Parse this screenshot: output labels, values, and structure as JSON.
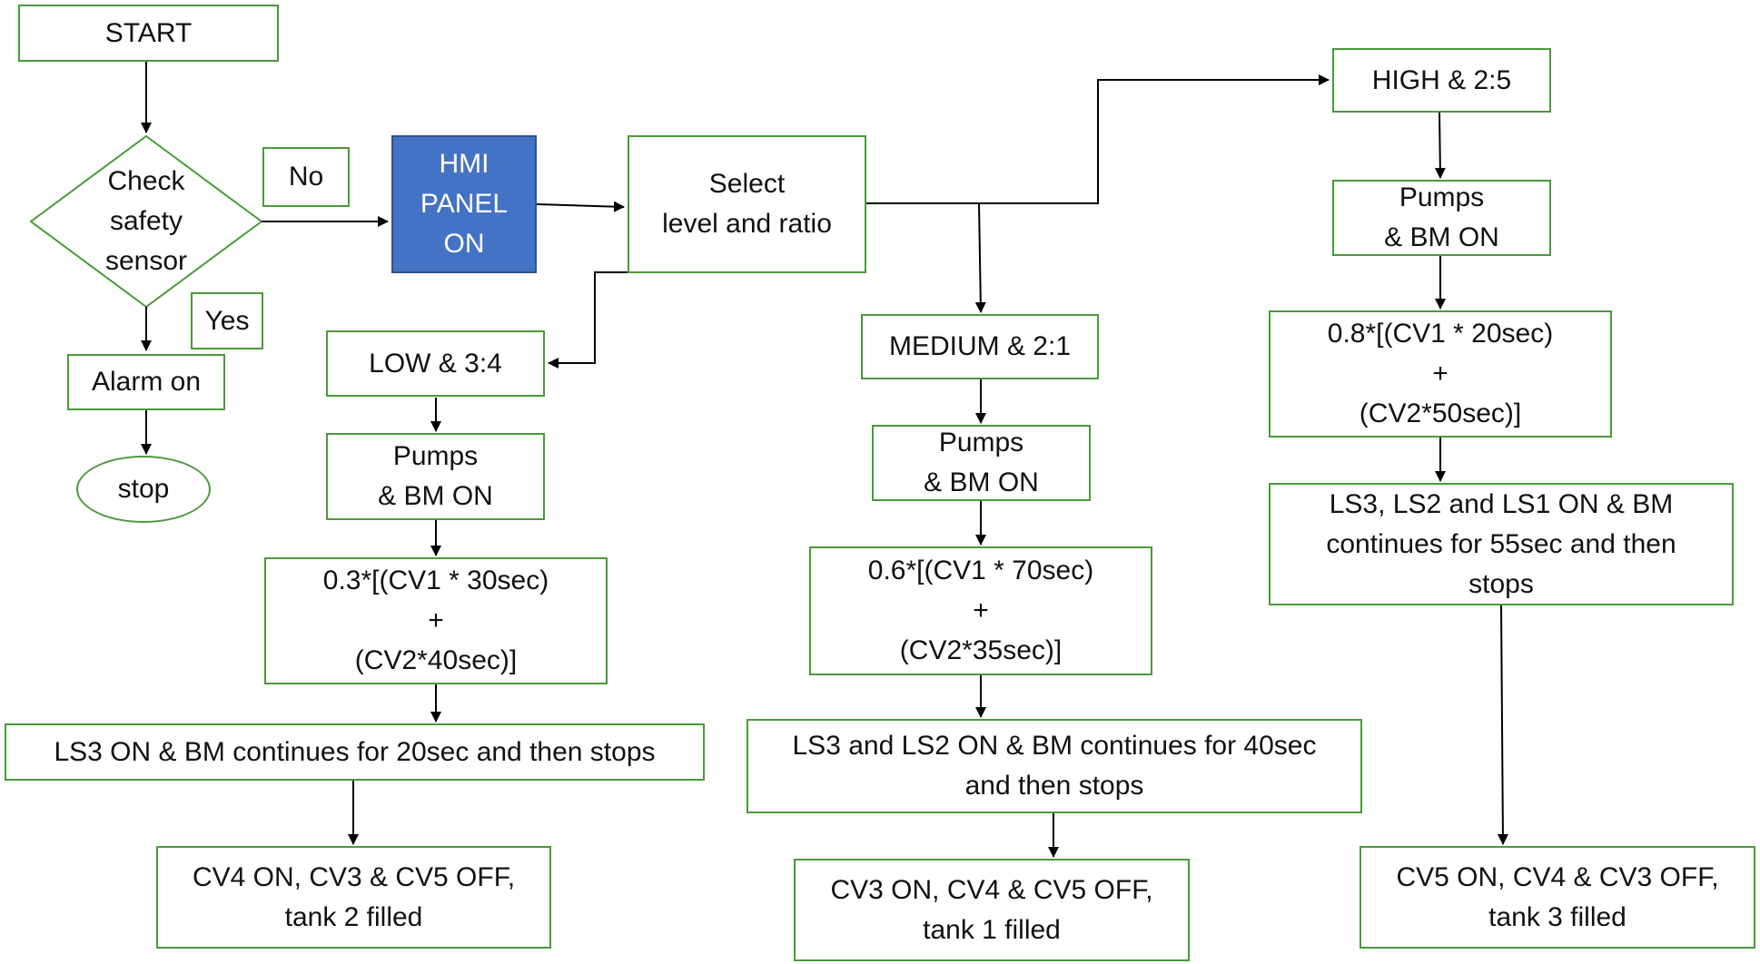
{
  "colors": {
    "border": "#4a9a3a",
    "hmi_fill": "#4472c4",
    "hmi_text": "#ffffff",
    "arrow": "#000000"
  },
  "start": "START",
  "decision": {
    "lines": [
      "Check",
      "safety",
      "sensor"
    ]
  },
  "no_label": "No",
  "yes_label": "Yes",
  "alarm": "Alarm on",
  "stop": "stop",
  "hmi": {
    "lines": [
      "HMI",
      "PANEL",
      "ON"
    ]
  },
  "select": {
    "lines": [
      "Select",
      "level and ratio"
    ]
  },
  "low": {
    "title": "LOW & 3:4",
    "pumps": [
      "Pumps",
      "& BM  ON"
    ],
    "formula": [
      "0.3*[(CV1 * 30sec)",
      "+",
      "(CV2*40sec)]"
    ],
    "ls": [
      "LS3 ON & BM continues for 20sec and then stops"
    ],
    "result": [
      "CV4 ON, CV3 & CV5 OFF,",
      "tank 2 filled"
    ]
  },
  "medium": {
    "title": "MEDIUM & 2:1",
    "pumps": [
      "Pumps",
      "& BM ON"
    ],
    "formula": [
      "0.6*[(CV1 * 70sec)",
      "+",
      "(CV2*35sec)]"
    ],
    "ls": [
      "LS3 and LS2 ON & BM continues for 40sec",
      "and then stops"
    ],
    "result": [
      "CV3 ON, CV4 & CV5 OFF,",
      "tank 1 filled"
    ]
  },
  "high": {
    "title": "HIGH & 2:5",
    "pumps": [
      "Pumps",
      "& BM ON"
    ],
    "formula": [
      "0.8*[(CV1 * 20sec)",
      "+",
      "(CV2*50sec)]"
    ],
    "ls": [
      "LS3, LS2 and LS1 ON & BM",
      "continues for 55sec and then",
      "stops"
    ],
    "result": [
      "CV5 ON, CV4 & CV3 OFF,",
      "tank 3 filled"
    ]
  }
}
